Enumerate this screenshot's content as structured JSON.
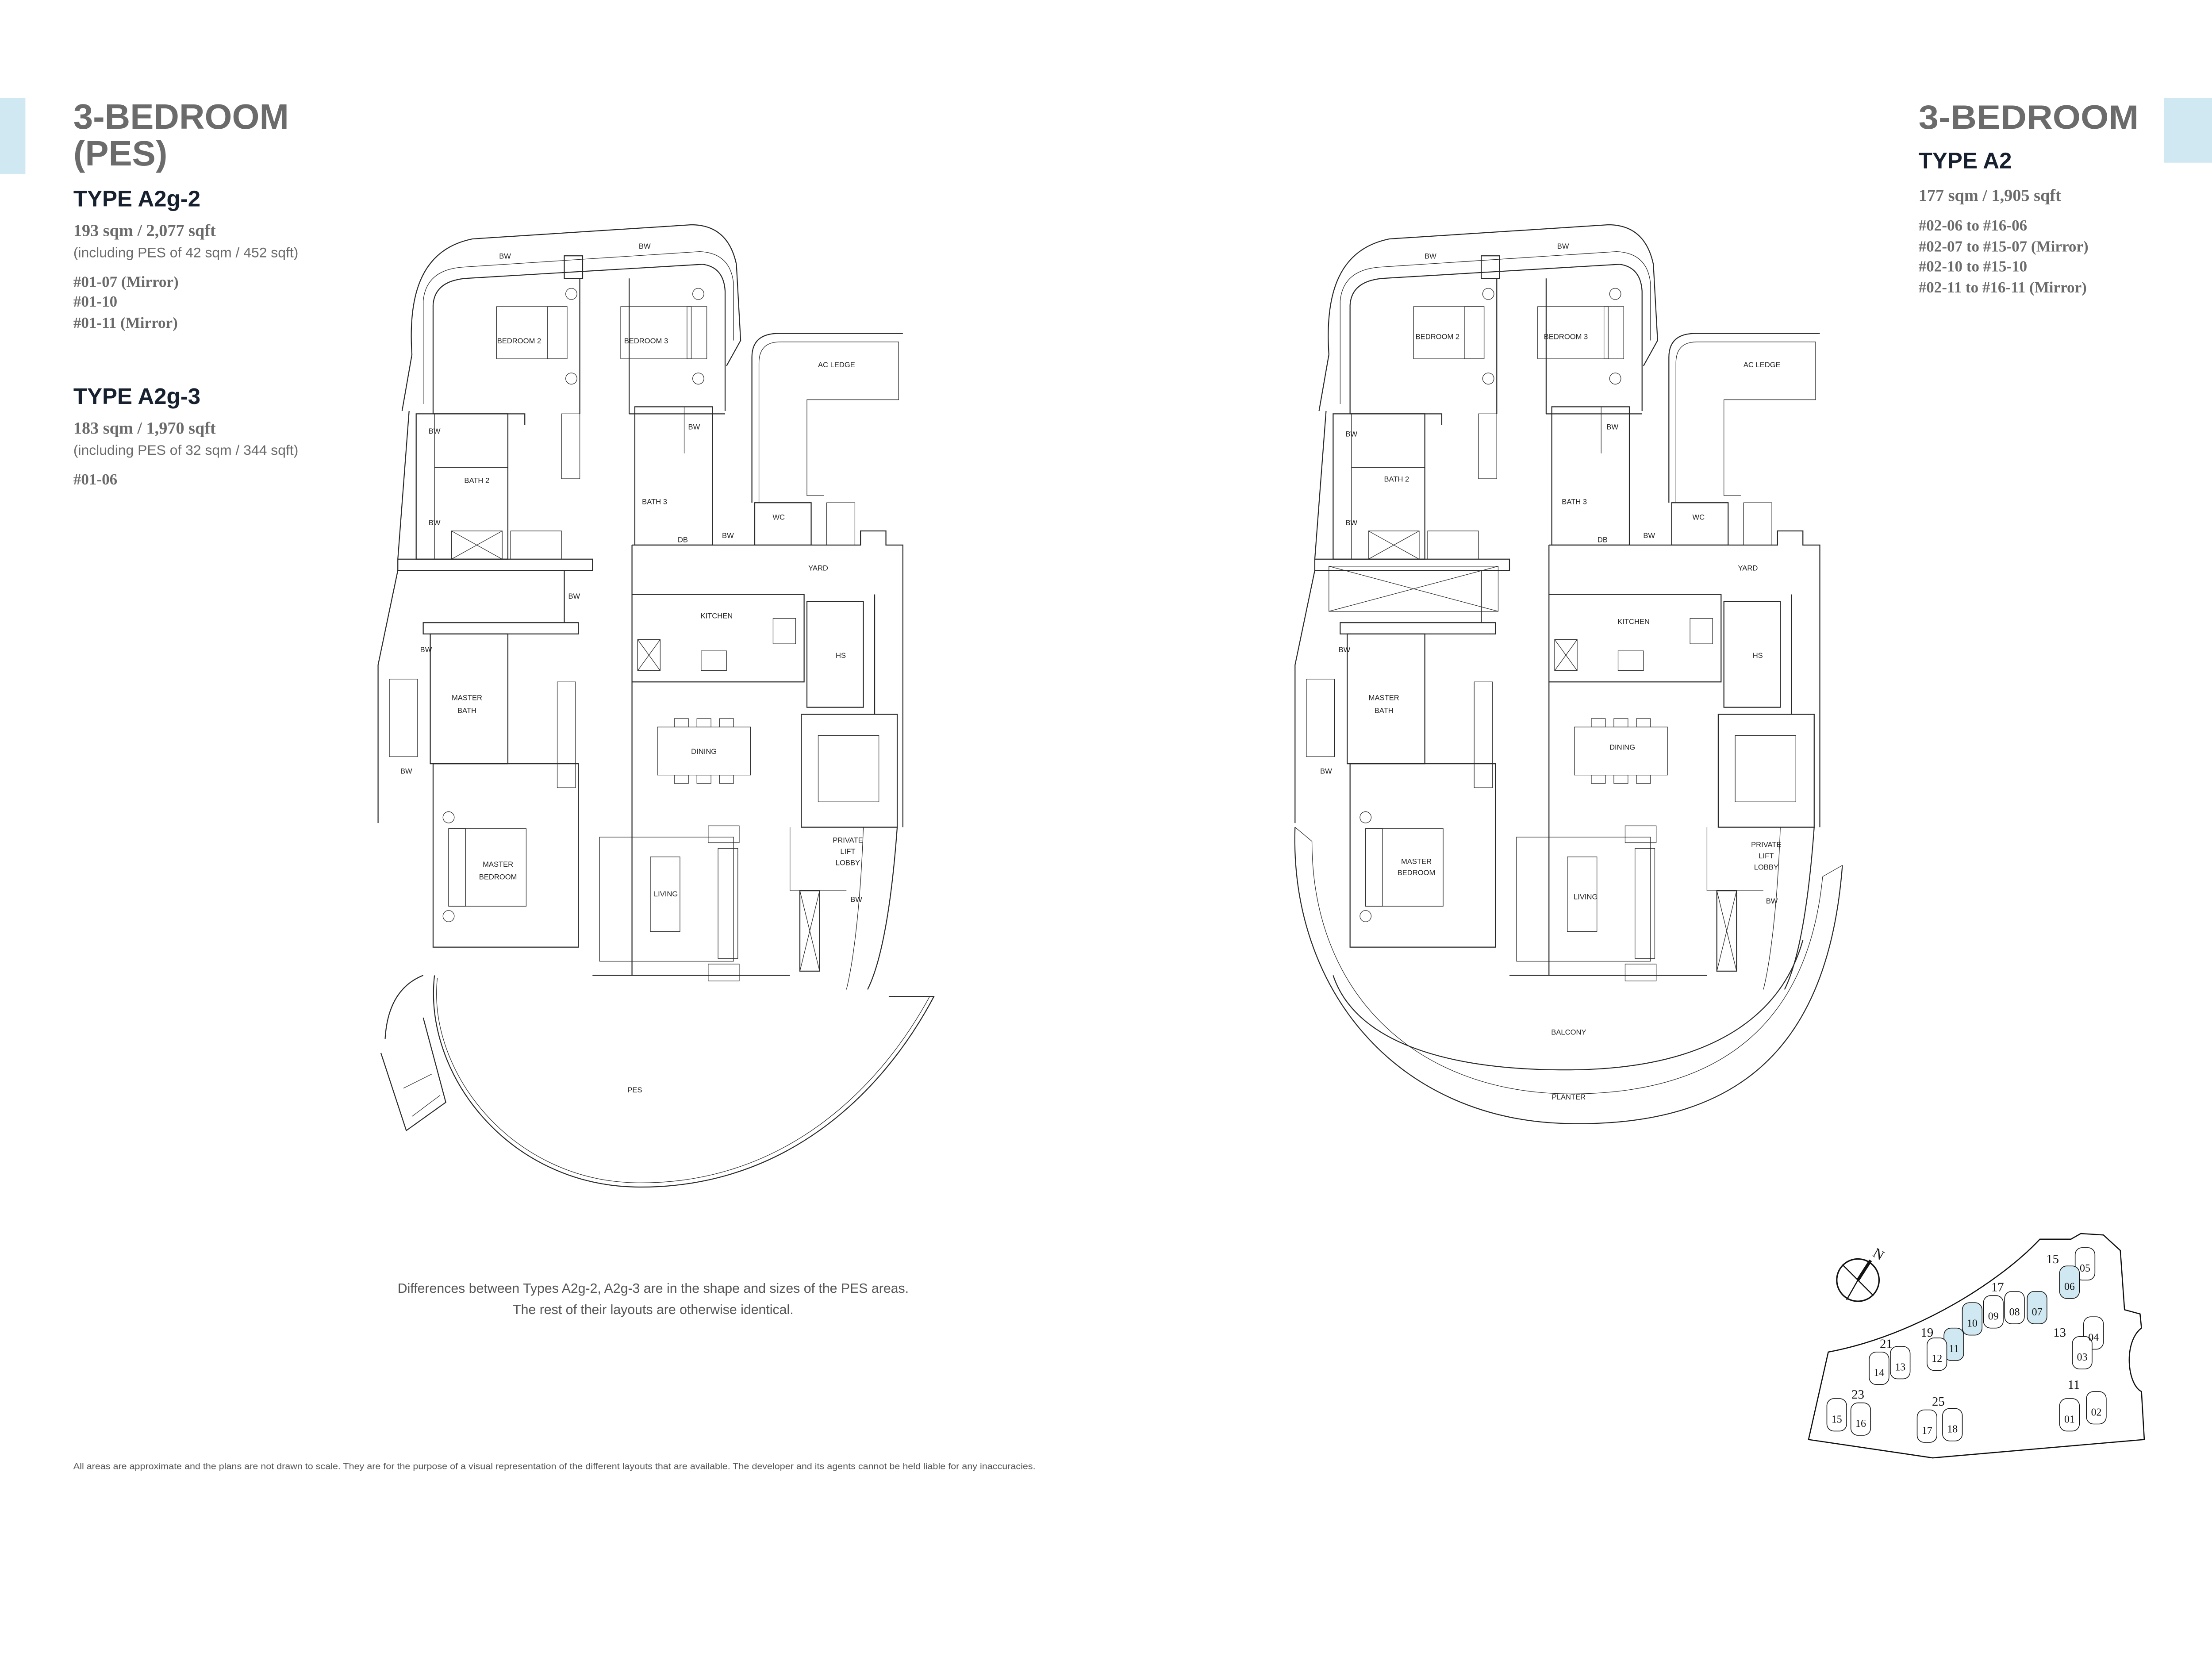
{
  "accent_color": "#cfe8f1",
  "left": {
    "title_line1": "3-BEDROOM",
    "title_line2": "(PES)",
    "types": [
      {
        "name": "TYPE A2g-2",
        "area": "193 sqm / 2,077 sqft",
        "pes": "(including PES of 42 sqm / 452 sqft)",
        "units": [
          "#01-07 (Mirror)",
          "#01-10",
          "#01-11 (Mirror)"
        ]
      },
      {
        "name": "TYPE A2g-3",
        "area": "183 sqm / 1,970 sqft",
        "pes": "(including PES of 32 sqm / 344 sqft)",
        "units": [
          "#01-06"
        ]
      }
    ],
    "note_line1": "Differences between Types A2g-2, A2g-3 are in the shape and sizes of the PES areas.",
    "note_line2": "The rest of their layouts are otherwise identical."
  },
  "right": {
    "title": "3-BEDROOM",
    "type_name": "TYPE A2",
    "area": "177 sqm / 1,905 sqft",
    "units": [
      "#02-06 to #16-06",
      "#02-07 to #15-07 (Mirror)",
      "#02-10 to #15-10",
      "#02-11 to #16-11 (Mirror)"
    ]
  },
  "plan_labels": {
    "bw": "BW",
    "bedroom_2": "BEDROOM 2",
    "bedroom_3": "BEDROOM 3",
    "ac_ledge": "AC LEDGE",
    "bath_2": "BATH 2",
    "bath_3": "BATH 3",
    "wc": "WC",
    "db": "DB",
    "yard": "YARD",
    "kitchen": "KITCHEN",
    "hs": "HS",
    "master_bath": [
      "MASTER",
      "BATH"
    ],
    "dining": "DINING",
    "master_bedroom": [
      "MASTER",
      "BEDROOM"
    ],
    "living": "LIVING",
    "private_lift_lobby": [
      "PRIVATE",
      "LIFT",
      "LOBBY"
    ],
    "pes": "PES",
    "balcony": "BALCONY",
    "planter": "PLANTER"
  },
  "key_plan": {
    "north_label": "N",
    "blocks": [
      "15",
      "17",
      "19",
      "21",
      "13",
      "11",
      "23",
      "25"
    ],
    "units": [
      "05",
      "06",
      "10",
      "09",
      "08",
      "07",
      "11",
      "12",
      "14",
      "13",
      "04",
      "03",
      "01",
      "02",
      "15",
      "16",
      "17",
      "18"
    ],
    "highlighted_units": [
      "06",
      "10",
      "07",
      "11"
    ],
    "highlight_color": "#cfe8f1"
  },
  "footer": "All areas are approximate and the plans are not drawn to scale. They are for the purpose of a visual representation of the different layouts that are available. The developer and its agents cannot be held liable for any inaccuracies."
}
